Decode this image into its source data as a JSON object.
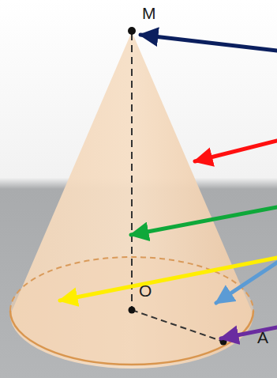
{
  "diagram": {
    "labels": [
      "M",
      "O",
      "A"
    ]
  }
}
